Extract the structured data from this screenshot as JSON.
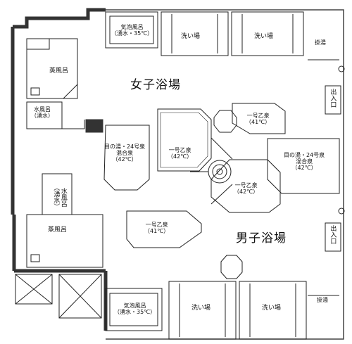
{
  "labels": {
    "women_bath": "女子浴場",
    "men_bath": "男子浴場",
    "bubble_bath_top": "気泡風呂\n（湧水・35℃）",
    "bubble_bath_bottom": "気泡風呂\n（湧水・35℃）",
    "washing_top_1": "洗い場",
    "washing_top_2": "洗い場",
    "washing_bottom_1": "洗い場",
    "washing_bottom_2": "洗い場",
    "kakeyu_top": "掛湯",
    "kakeyu_bottom": "掛湯",
    "steam_bath_top": "蒸風呂",
    "steam_bath_bottom": "蒸風呂",
    "cold_bath_top": "水風呂\n（湧水）",
    "cold_bath_side": "水風呂\n（湧水）",
    "entrance_top": "出入口",
    "entrance_bottom": "出入口",
    "spring_left_women": "目の湯・24号泉\n混合泉\n（42℃）",
    "spring_center_women": "一号乙泉\n（42℃）",
    "spring_top_right": "一号乙泉\n（41℃）",
    "spring_right_men": "目の湯・24号泉\n混合泉\n（42℃）",
    "spring_center_men": "一号乙泉\n（42℃）",
    "spring_left_men": "一号乙泉\n（41℃）"
  }
}
